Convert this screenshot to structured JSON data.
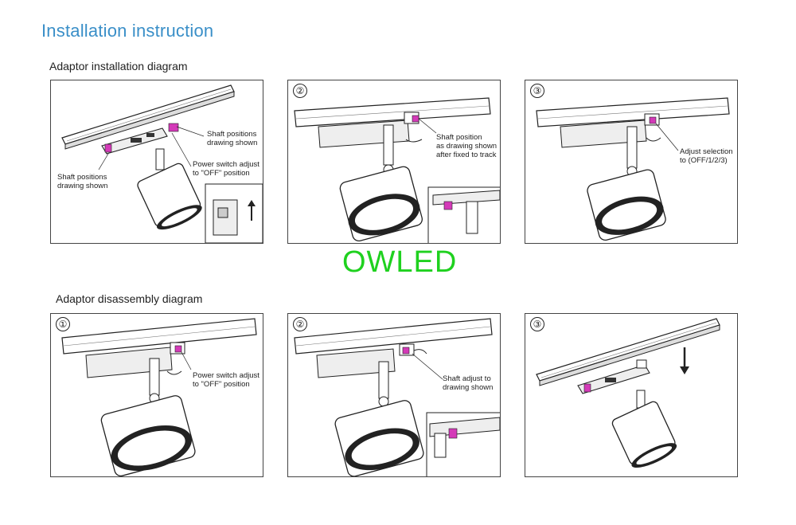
{
  "title": "Installation instruction",
  "brand": "OWLED",
  "installation": {
    "heading": "Adaptor installation diagram",
    "panels": [
      {
        "number": "",
        "captions": [
          "Shaft positions\ndrawing shown",
          "Shaft positions\ndrawing shown",
          "Power switch adjust\nto \"OFF\" position"
        ]
      },
      {
        "number": "②",
        "captions": [
          "Shaft position\nas drawing shown\nafter fixed to track"
        ]
      },
      {
        "number": "③",
        "captions": [
          "Adjust selection\nto (OFF/1/2/3)"
        ]
      }
    ]
  },
  "disassembly": {
    "heading": "Adaptor disassembly diagram",
    "panels": [
      {
        "number": "①",
        "captions": [
          "Power switch adjust\nto \"OFF\" position"
        ]
      },
      {
        "number": "②",
        "captions": [
          "Shaft adjust to\ndrawing shown"
        ]
      },
      {
        "number": "③",
        "captions": []
      }
    ]
  },
  "colors": {
    "title": "#3a8fc8",
    "brand": "#1fd11f",
    "highlight": "#d43ab8"
  }
}
